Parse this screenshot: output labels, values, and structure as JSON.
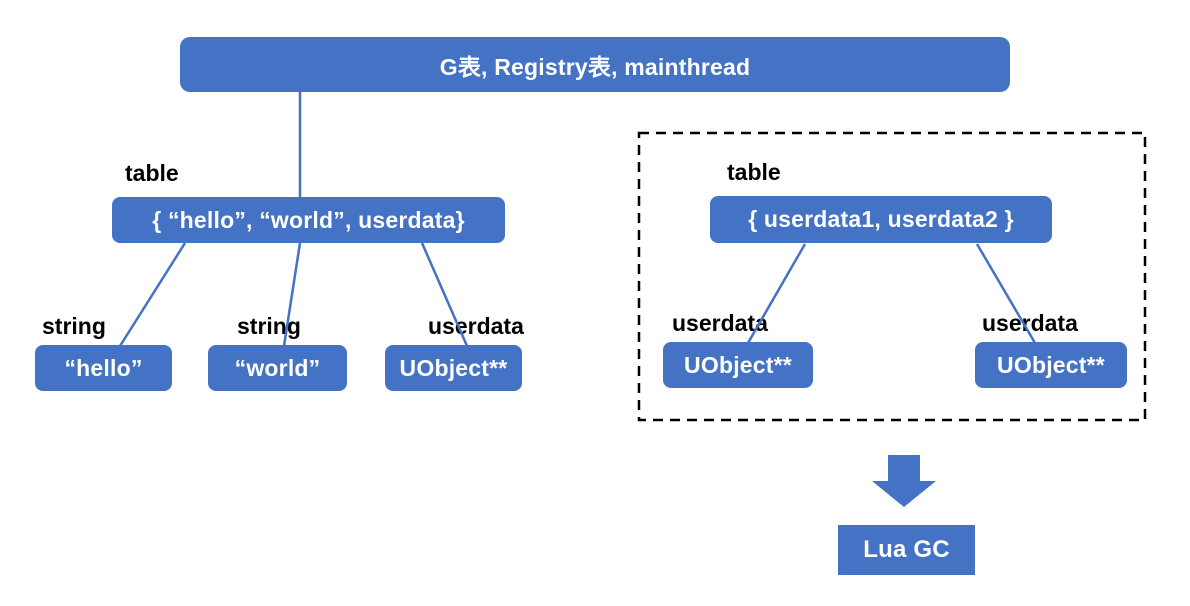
{
  "diagram": {
    "title_node": {
      "label": "G表, Registry表, mainthread"
    },
    "left_group": {
      "table_label": "table",
      "table_node": "{ “hello”, “world”, userdata}",
      "children": [
        {
          "type": "string",
          "value": "“hello”"
        },
        {
          "type": "string",
          "value": "“world”"
        },
        {
          "type": "userdata",
          "value": "UObject**"
        }
      ]
    },
    "right_group": {
      "table_label": "table",
      "table_node": "{ userdata1, userdata2 }",
      "children": [
        {
          "type": "userdata",
          "value": "UObject**"
        },
        {
          "type": "userdata",
          "value": "UObject**"
        }
      ]
    },
    "gc_node": {
      "label": "Lua GC"
    },
    "colors": {
      "node_fill": "#4472C4",
      "node_text": "#ffffff",
      "connector": "#4472C4",
      "dashed_border": "#000000",
      "label_text": "#000000",
      "background": "#ffffff"
    }
  }
}
